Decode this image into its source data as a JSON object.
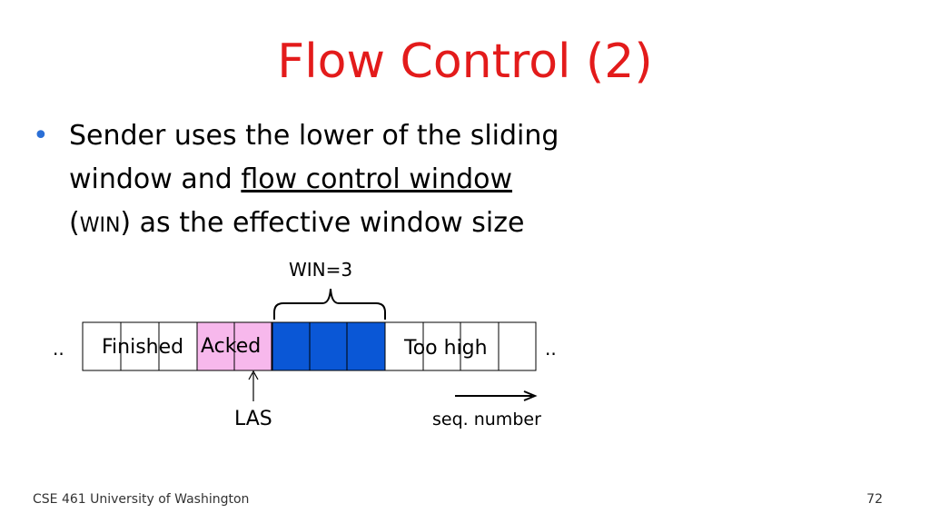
{
  "colors": {
    "title": "#e31b1b",
    "bullet": "#2b6fd6",
    "acked_fill": "#f7b8ec",
    "window_fill": "#0a57d6"
  },
  "slide": {
    "title": "Flow Control (2)",
    "bullet": {
      "part1": "Sender uses the lower of the sliding window and ",
      "underlined": "flow control window",
      "part2_open": "(",
      "win_smallcaps": "WIN",
      "part2_rest": ") as the effective window size"
    }
  },
  "diagram": {
    "win_label": "WIN=3",
    "left_dots": "..",
    "right_dots": "..",
    "finished_label": "Finished",
    "acked_label": "Acked",
    "too_high_label": "Too high",
    "las_label": "LAS",
    "seq_label": "seq. number"
  },
  "footer": {
    "course": "CSE 461 University of Washington",
    "page_number": "72"
  }
}
